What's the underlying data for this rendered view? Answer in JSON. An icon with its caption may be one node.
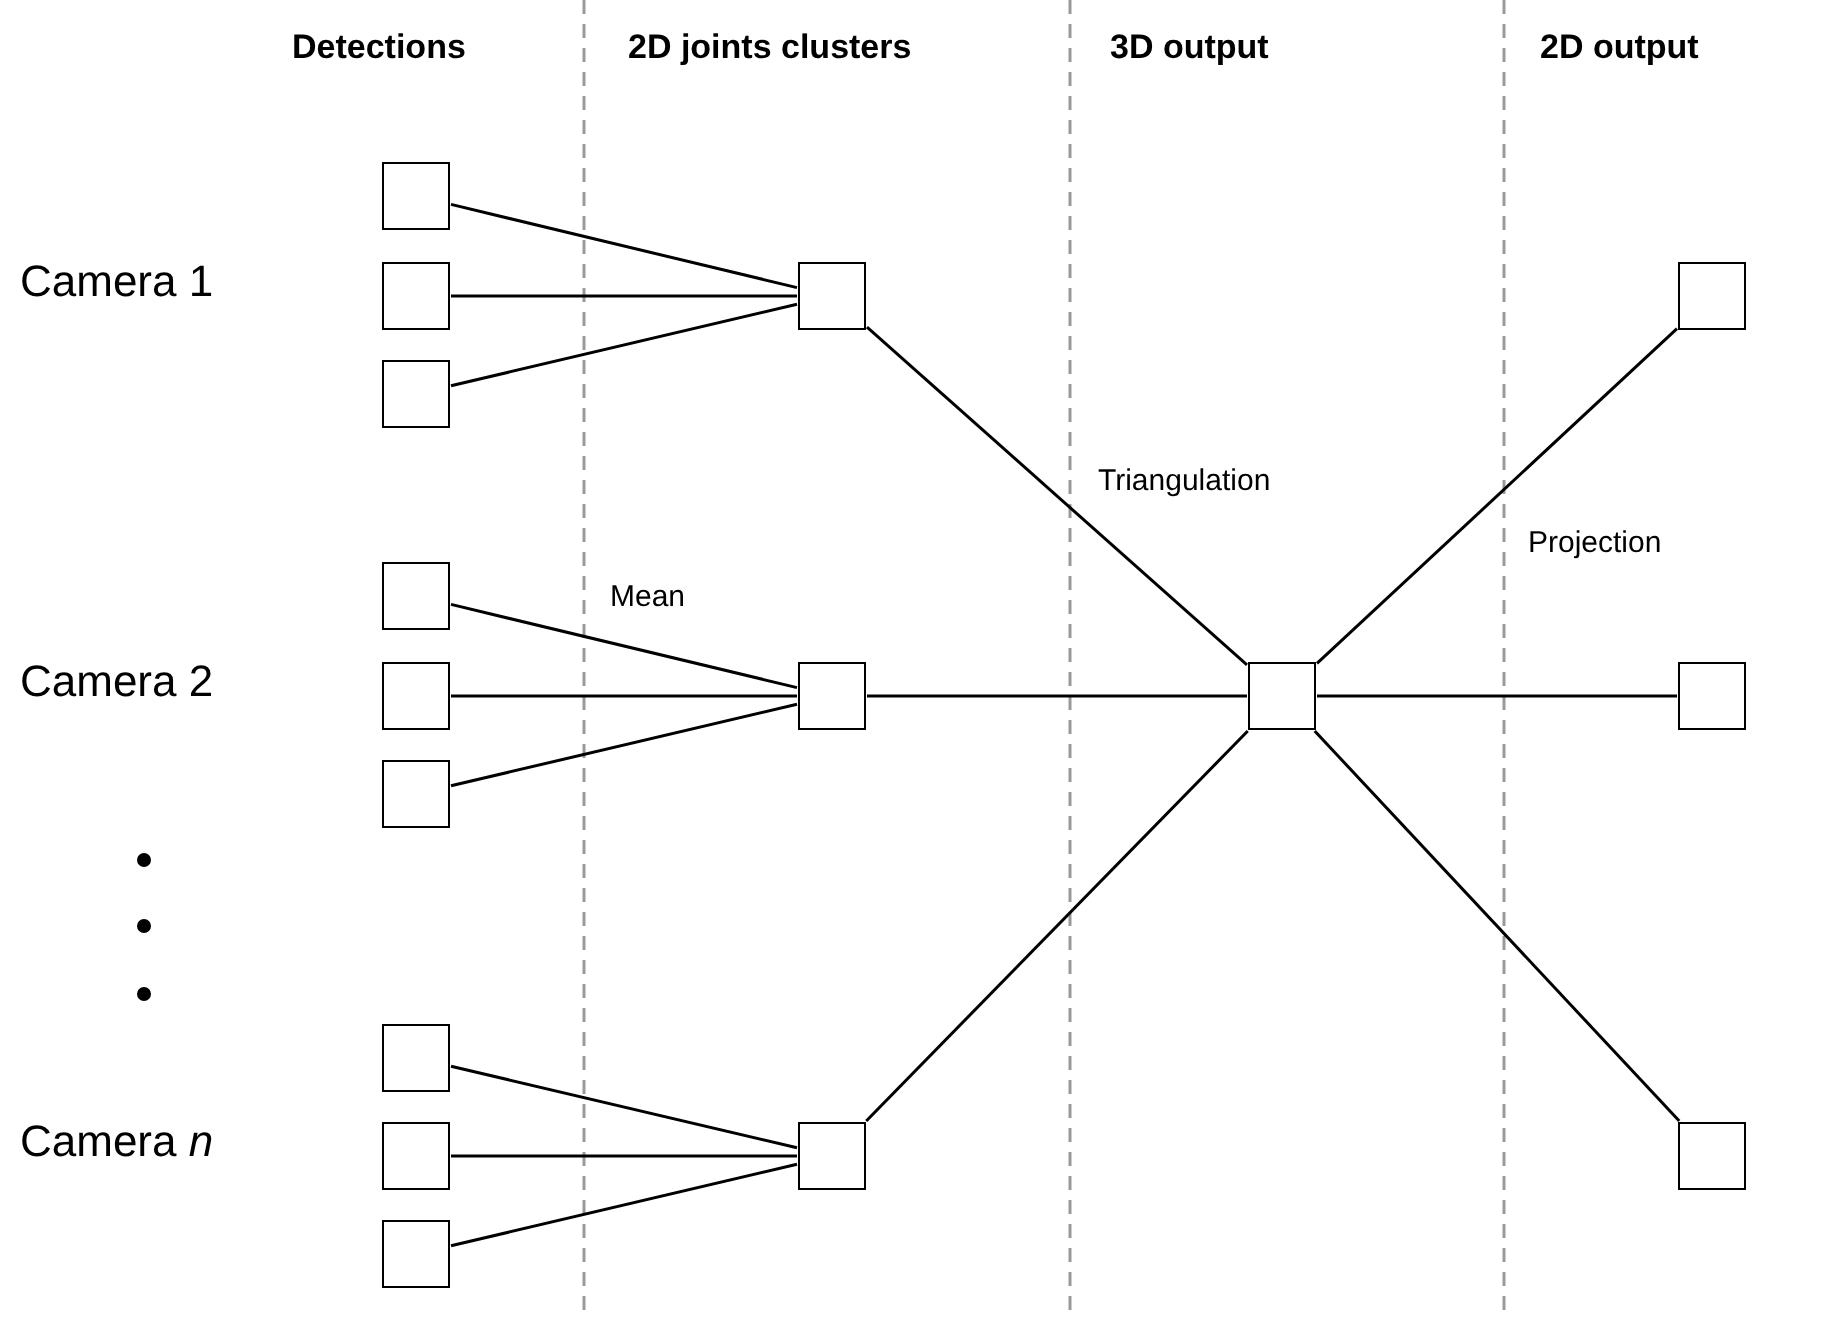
{
  "diagram": {
    "nodes": [
      {
        "text": [],
        "shape": "box"
      },
      {
        "text": [],
        "shape": "box"
      },
      {
        "text": [],
        "shape": "box"
      },
      {
        "text": [],
        "shape": "box"
      },
      {
        "text": [],
        "shape": "box"
      },
      {
        "text": [],
        "shape": "box"
      },
      {
        "text": [],
        "shape": "box"
      },
      {
        "text": [],
        "shape": "box"
      },
      {
        "text": [],
        "shape": "box"
      },
      {
        "text": [],
        "shape": "box"
      },
      {
        "text": [],
        "shape": "box"
      },
      {
        "text": [],
        "shape": "box"
      },
      {
        "text": [],
        "shape": "box"
      },
      {
        "text": [],
        "shape": "box"
      },
      {
        "text": [],
        "shape": "box"
      },
      {
        "text": [],
        "shape": "box"
      }
    ],
    "edges": [
      {
        "from": 0,
        "to": 9,
        "arrow": "none"
      },
      {
        "from": 1,
        "to": 9,
        "arrow": "none"
      },
      {
        "from": 2,
        "to": 9,
        "arrow": "none"
      },
      {
        "from": 3,
        "to": 10,
        "arrow": "none"
      },
      {
        "from": 4,
        "to": 10,
        "arrow": "none"
      },
      {
        "from": 5,
        "to": 10,
        "arrow": "none"
      },
      {
        "from": 6,
        "to": 11,
        "arrow": "none"
      },
      {
        "from": 7,
        "to": 11,
        "arrow": "none"
      },
      {
        "from": 8,
        "to": 11,
        "arrow": "none"
      },
      {
        "from": 9,
        "to": 12,
        "arrow": "none"
      },
      {
        "from": 10,
        "to": 12,
        "arrow": "none"
      },
      {
        "from": 11,
        "to": 12,
        "arrow": "none"
      },
      {
        "from": 12,
        "to": 13,
        "arrow": "none"
      },
      {
        "from": 12,
        "to": 14,
        "arrow": "none"
      },
      {
        "from": 12,
        "to": 15,
        "arrow": "none"
      }
    ],
    "labels": [
      "Detections",
      "2D joints clusters",
      "3D output",
      "2D output",
      "Camera 1",
      "Triangulation",
      "Projection",
      "Mean",
      "Camera 2",
      "Camera *n*"
    ]
  }
}
